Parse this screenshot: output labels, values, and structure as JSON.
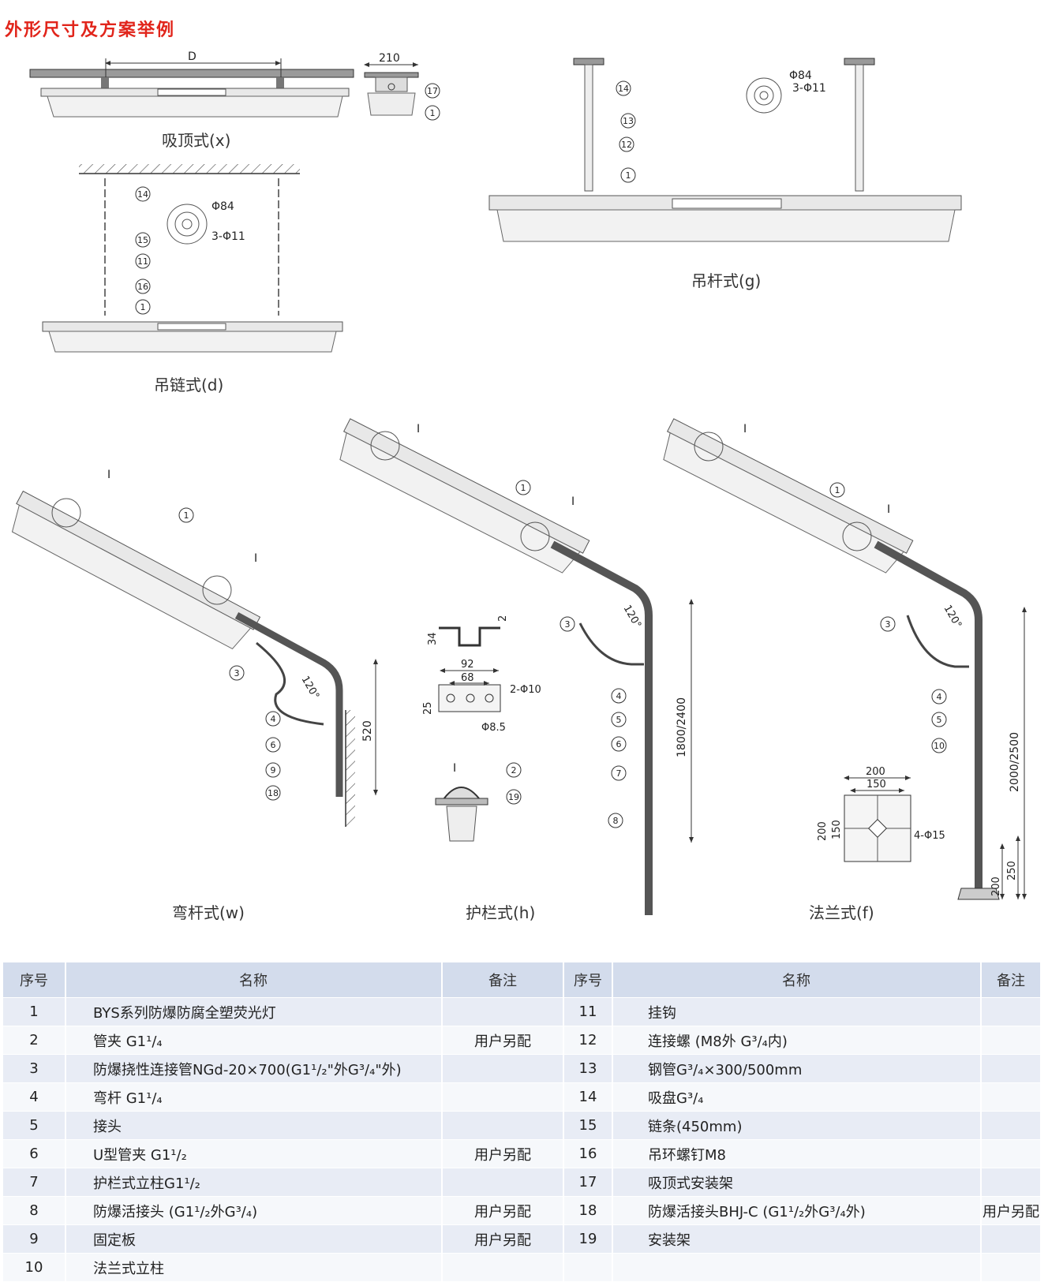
{
  "title": "外形尺寸及方案举例",
  "captions": {
    "x": "吸顶式(x)",
    "d": "吊链式(d)",
    "g": "吊杆式(g)",
    "w": "弯杆式(w)",
    "h": "护栏式(h)",
    "f": "法兰式(f)"
  },
  "dims": {
    "D": "D",
    "w210": "210",
    "phi84": "Φ84",
    "holes3": "3-Φ11",
    "h520": "520",
    "h1800": "1800/2400",
    "h2000": "2000/2500",
    "angle": "120°",
    "u34": "34",
    "u2": "2",
    "u92": "92",
    "u68": "68",
    "u25": "25",
    "holes2": "2-Φ10",
    "phi85": "Φ8.5",
    "f200a": "200",
    "f150a": "150",
    "f200b": "200",
    "f150b": "150",
    "holes4": "4-Φ15",
    "b200": "200",
    "b250": "250",
    "detail": "I"
  },
  "callouts": [
    "1",
    "2",
    "3",
    "4",
    "5",
    "6",
    "7",
    "8",
    "9",
    "10",
    "11",
    "12",
    "13",
    "14",
    "15",
    "16",
    "17",
    "18",
    "19"
  ],
  "table": {
    "headers": [
      "序号",
      "名称",
      "备注",
      "序号",
      "名称",
      "备注"
    ],
    "rows": [
      {
        "no": "1",
        "name": "BYS系列防爆防腐全塑荧光灯",
        "note": "",
        "no2": "11",
        "name2": "挂钩",
        "note2": ""
      },
      {
        "no": "2",
        "name": "管夹 G1¹/₄",
        "note": "用户另配",
        "no2": "12",
        "name2": "连接螺 (M8外 G³/₄内)",
        "note2": ""
      },
      {
        "no": "3",
        "name": "防爆挠性连接管NGd-20×700(G1¹/₂\"外G³/₄\"外)",
        "note": "",
        "no2": "13",
        "name2": "钢管G³/₄×300/500mm",
        "note2": ""
      },
      {
        "no": "4",
        "name": "弯杆 G1¹/₄",
        "note": "",
        "no2": "14",
        "name2": "吸盘G³/₄",
        "note2": ""
      },
      {
        "no": "5",
        "name": "接头",
        "note": "",
        "no2": "15",
        "name2": "链条(450mm)",
        "note2": ""
      },
      {
        "no": "6",
        "name": "U型管夹 G1¹/₂",
        "note": "用户另配",
        "no2": "16",
        "name2": "吊环螺钉M8",
        "note2": ""
      },
      {
        "no": "7",
        "name": "护栏式立柱G1¹/₂",
        "note": "",
        "no2": "17",
        "name2": "吸顶式安装架",
        "note2": ""
      },
      {
        "no": "8",
        "name": "防爆活接头 (G1¹/₂外G³/₄)",
        "note": "用户另配",
        "no2": "18",
        "name2": "防爆活接头BHJ-C (G1¹/₂外G³/₄外)",
        "note2": "用户另配"
      },
      {
        "no": "9",
        "name": "固定板",
        "note": "用户另配",
        "no2": "19",
        "name2": "安装架",
        "note2": ""
      },
      {
        "no": "10",
        "name": "法兰式立柱",
        "note": "",
        "no2": "",
        "name2": "",
        "note2": ""
      }
    ]
  }
}
